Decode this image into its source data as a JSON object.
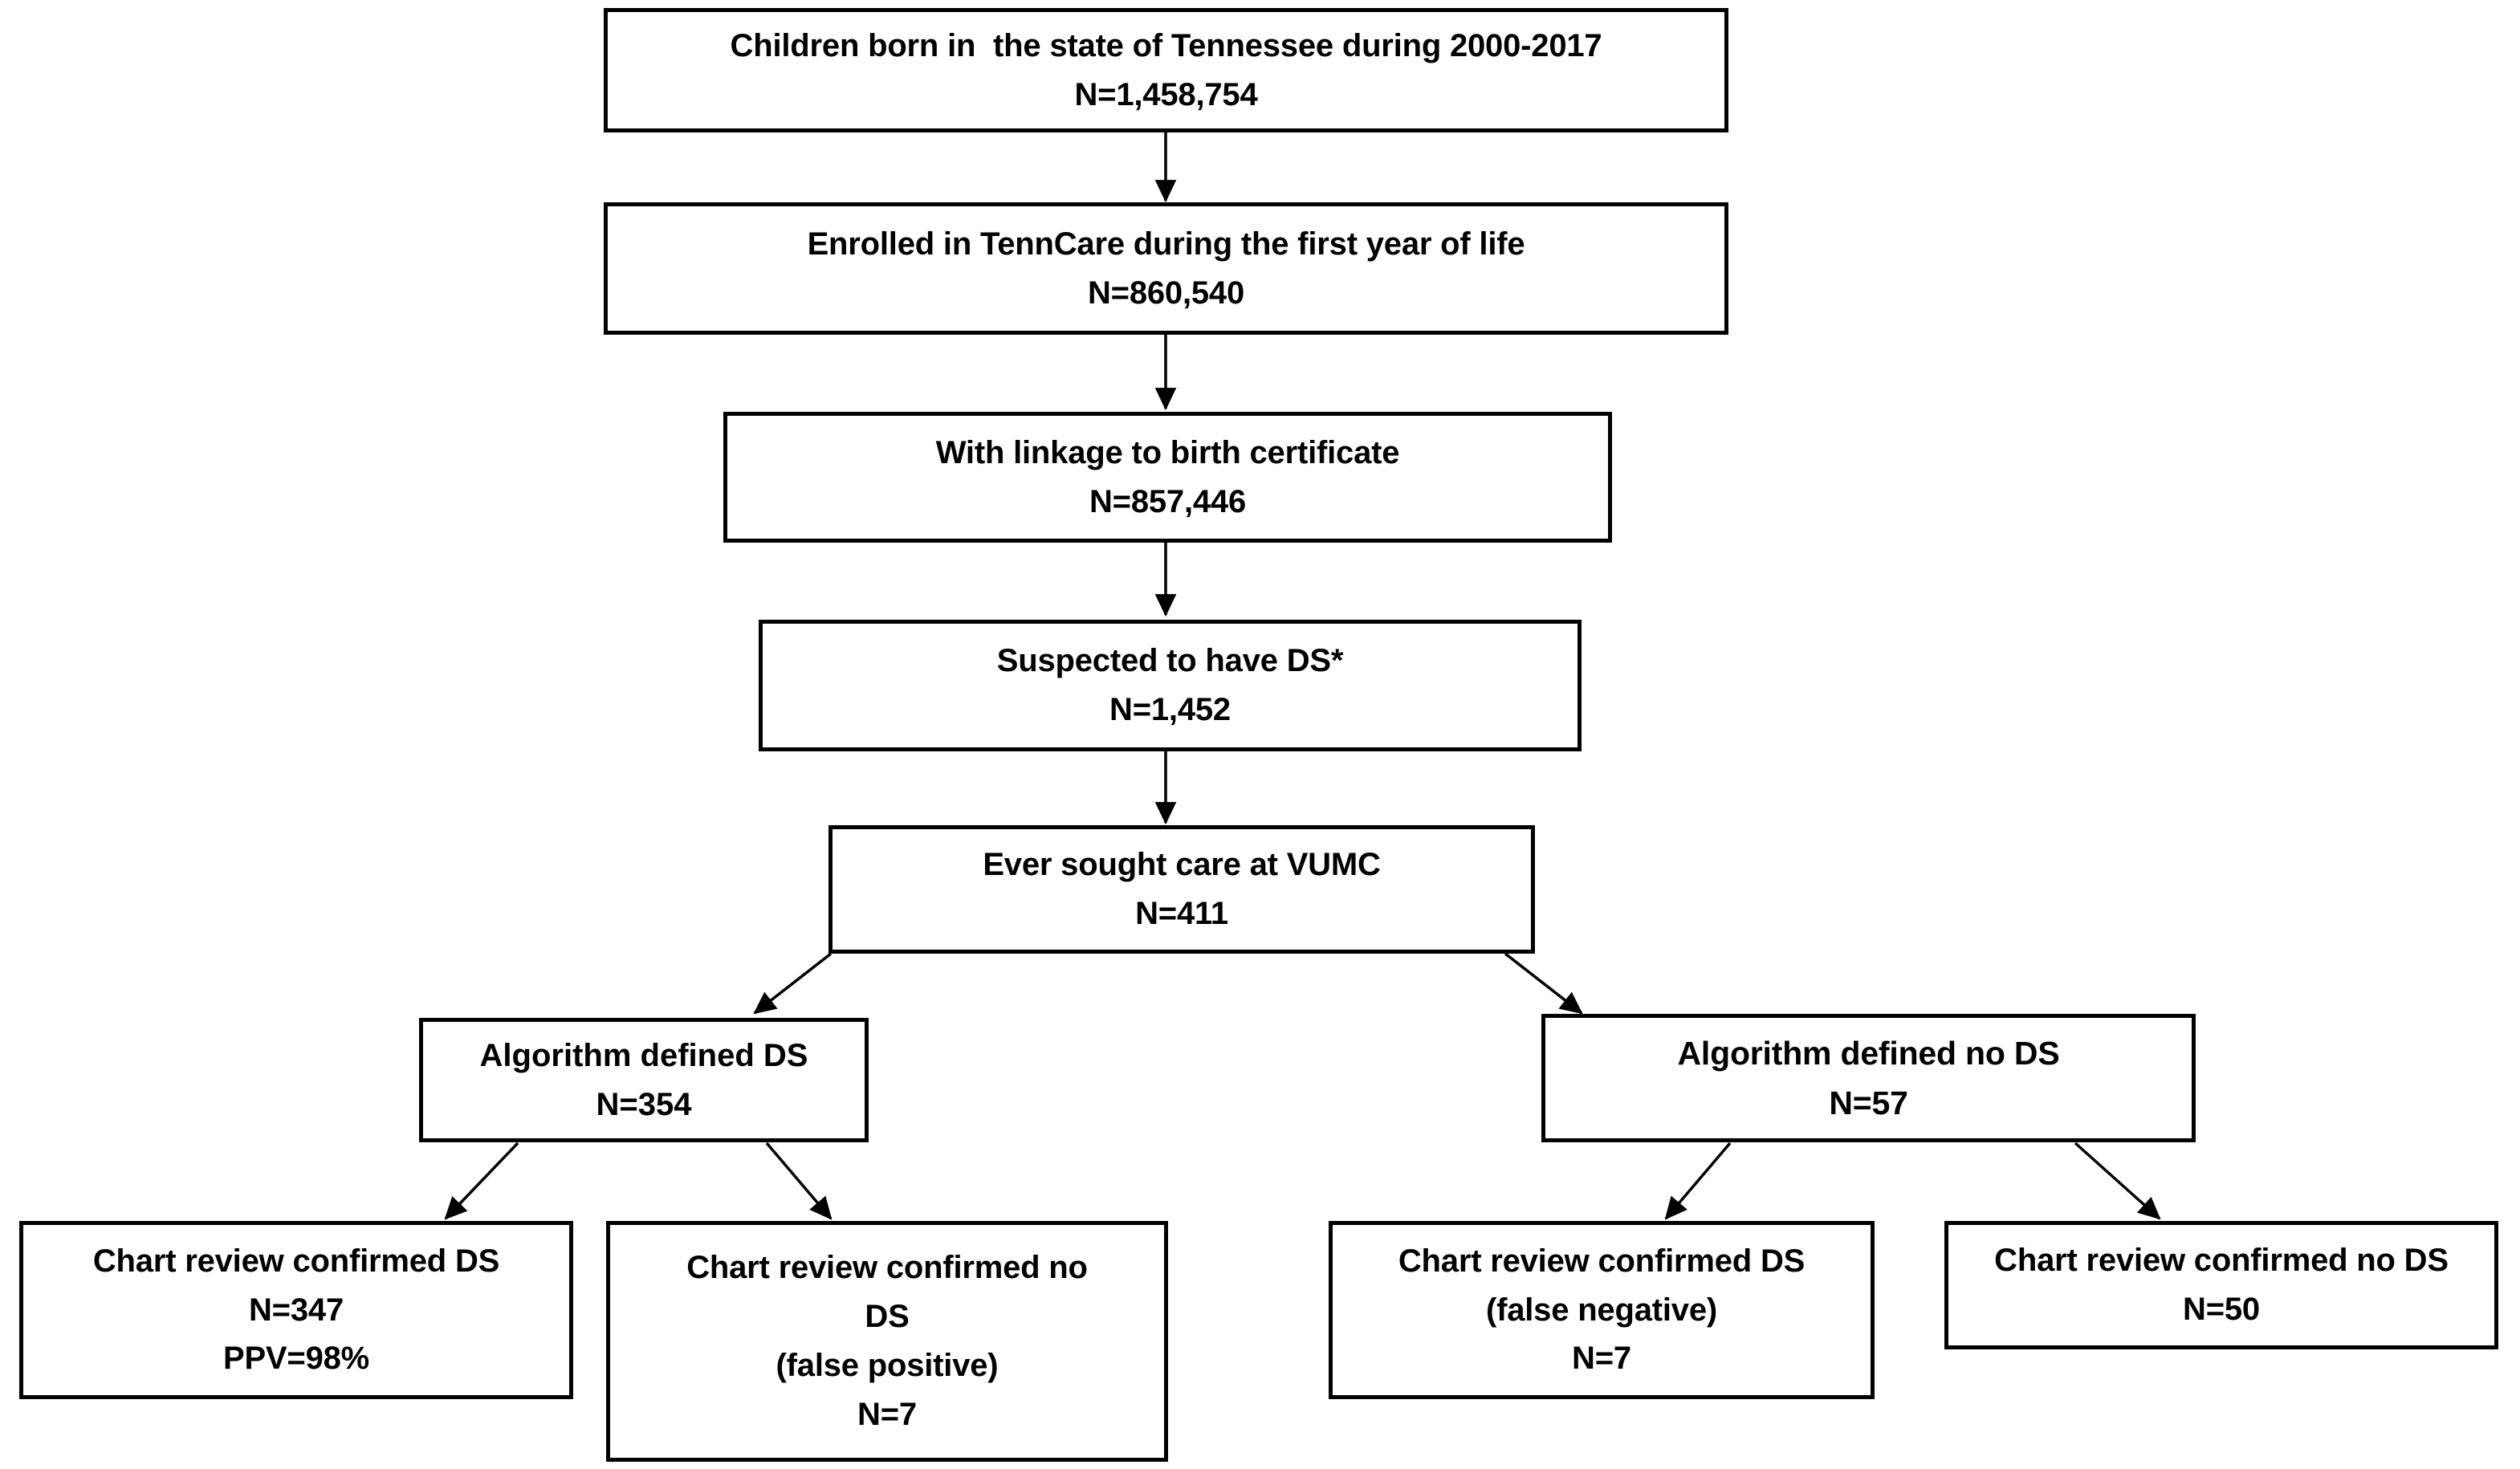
{
  "figure": {
    "type": "flowchart",
    "title": "Study cohort selection flow diagram",
    "orientation": "top-down",
    "box_fill": "#ffffff",
    "box_stroke": "#000000",
    "text_color": "#000000"
  },
  "nodes": [
    {
      "id": "born",
      "lines": [
        "Children born in  the state of Tennessee during 2000-2017",
        "N=1,458,754"
      ],
      "n_label": "N=1,458,754",
      "n_value": 1458754
    },
    {
      "id": "tenncare",
      "lines": [
        "Enrolled in TennCare during the first year of life",
        "N=860,540"
      ],
      "n_label": "N=860,540",
      "n_value": 860540
    },
    {
      "id": "linkage",
      "lines": [
        "With linkage to birth certificate",
        "N=857,446"
      ],
      "n_label": "N=857,446",
      "n_value": 857446
    },
    {
      "id": "suspected",
      "lines": [
        "Suspected to have DS*",
        "N=1,452"
      ],
      "n_label": "N=1,452",
      "n_value": 1452
    },
    {
      "id": "vumc",
      "lines": [
        "Ever sought care at VUMC",
        "N=411"
      ],
      "n_label": "N=411",
      "n_value": 411
    },
    {
      "id": "algo_ds",
      "lines": [
        "Algorithm defined DS",
        "N=354"
      ],
      "n_label": "N=354",
      "n_value": 354
    },
    {
      "id": "algo_no_ds",
      "lines": [
        "Algorithm defined no DS",
        "N=57"
      ],
      "n_label": "N=57",
      "n_value": 57
    },
    {
      "id": "true_positive",
      "lines": [
        "Chart review confirmed DS",
        "N=347",
        "PPV=98%"
      ],
      "n_label": "N=347",
      "n_value": 347,
      "metric_label": "PPV=98%",
      "metric_value": "98%"
    },
    {
      "id": "false_positive",
      "lines": [
        "Chart review confirmed no",
        "DS",
        "(false positive)",
        "N=7"
      ],
      "n_label": "N=7",
      "n_value": 7
    },
    {
      "id": "false_negative",
      "lines": [
        "Chart review confirmed DS",
        "(false negative)",
        "N=7"
      ],
      "n_label": "N=7",
      "n_value": 7
    },
    {
      "id": "true_negative",
      "lines": [
        "Chart review confirmed no DS",
        "N=50"
      ],
      "n_label": "N=50",
      "n_value": 50
    }
  ],
  "edges": [
    {
      "from": "born",
      "to": "tenncare"
    },
    {
      "from": "tenncare",
      "to": "linkage"
    },
    {
      "from": "linkage",
      "to": "suspected"
    },
    {
      "from": "suspected",
      "to": "vumc"
    },
    {
      "from": "vumc",
      "to": "algo_ds"
    },
    {
      "from": "vumc",
      "to": "algo_no_ds"
    },
    {
      "from": "algo_ds",
      "to": "true_positive"
    },
    {
      "from": "algo_ds",
      "to": "false_positive"
    },
    {
      "from": "algo_no_ds",
      "to": "false_negative"
    },
    {
      "from": "algo_no_ds",
      "to": "true_negative"
    }
  ]
}
